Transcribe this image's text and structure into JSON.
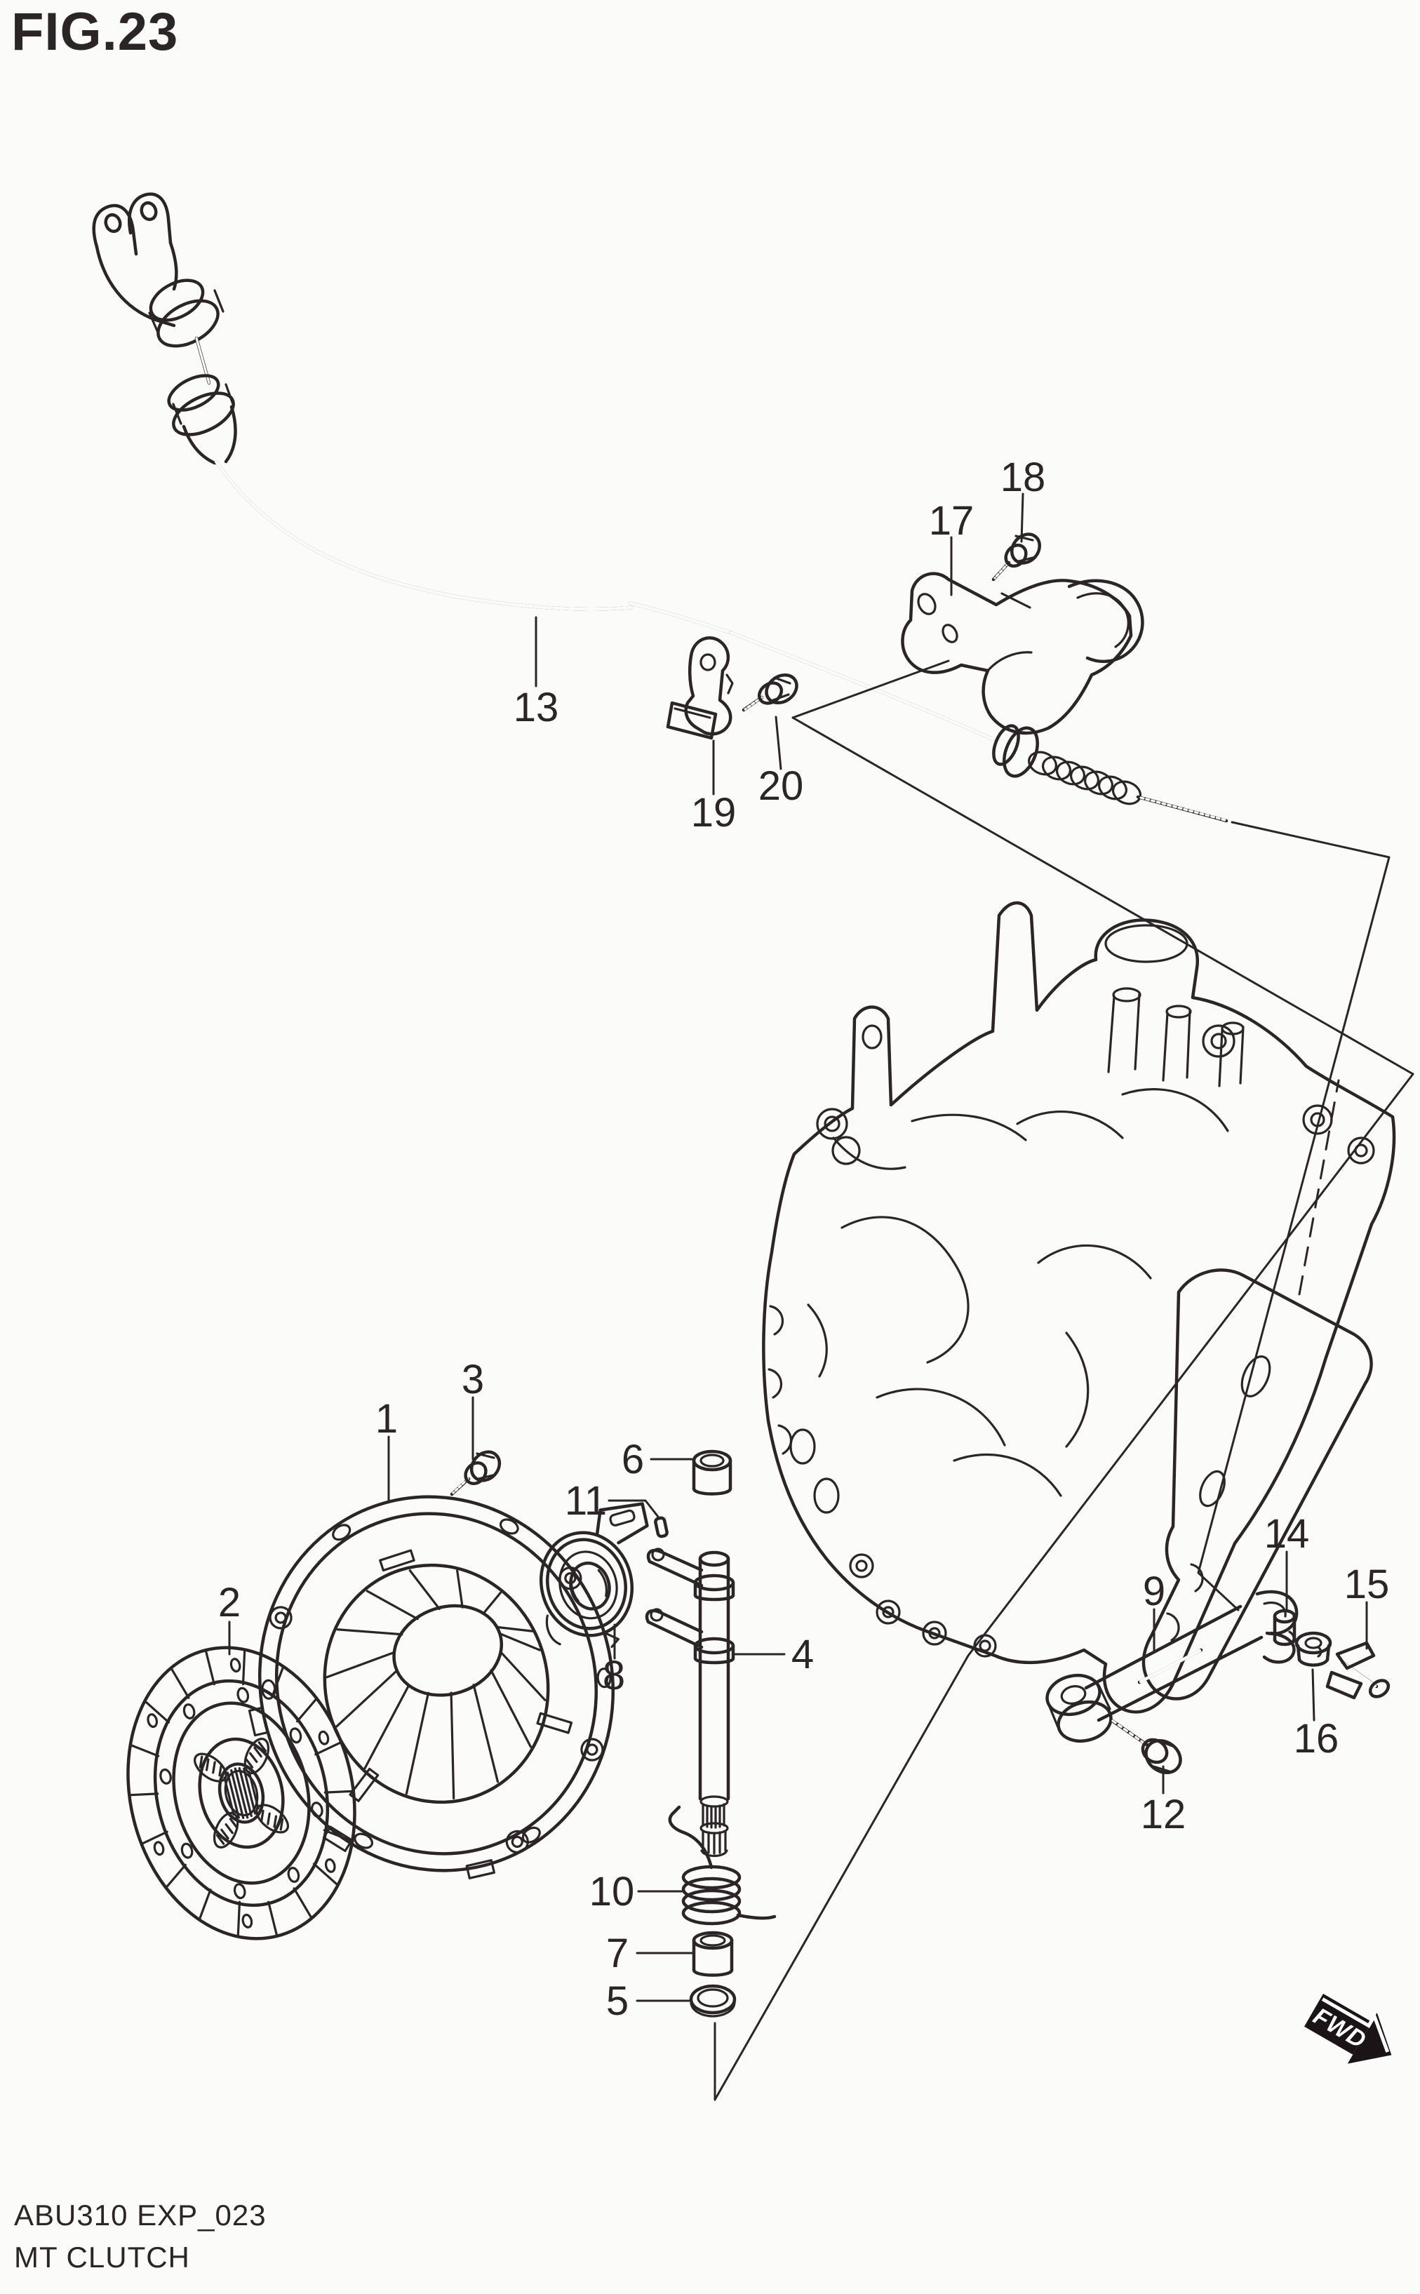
{
  "figure_title": "FIG.23",
  "parts": [
    "1",
    "2",
    "3",
    "4",
    "5",
    "6",
    "7",
    "8",
    "9",
    "10",
    "11",
    "12",
    "13",
    "14",
    "15",
    "16",
    "17",
    "18",
    "19",
    "20"
  ],
  "footer": {
    "code": "ABU310 EXP_023",
    "name": "MT CLUTCH"
  },
  "direction_marker": "FWD",
  "colors": {
    "ink": "#2b2527",
    "paper": "#fbfbfa",
    "marker_fill": "#1a1416",
    "marker_text": "#ffffff"
  }
}
